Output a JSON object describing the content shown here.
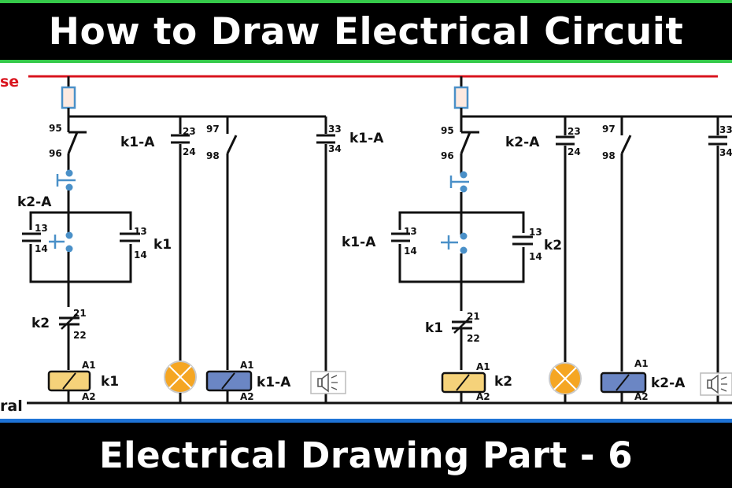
{
  "header": {
    "title": "How to Draw Electrical Circuit"
  },
  "footer": {
    "title": "Electrical Drawing Part - 6"
  },
  "rails": {
    "phase_label": "se",
    "neutral_label": "ral"
  },
  "colors": {
    "phase": "#d9141e",
    "wire": "#111111",
    "button": "#4a90c8",
    "coil_k1": "#f5d27a",
    "coil_aux": "#6b86c4",
    "lamp": "#f5a623",
    "header_border": "#35c94a",
    "footer_border": "#1e73d6"
  },
  "circuits": [
    {
      "overload_nc": {
        "top": "95",
        "bottom": "96"
      },
      "stop_button_label": "k2-A",
      "holding_contact": {
        "top": "13",
        "bottom": "14"
      },
      "start_aux_contact": {
        "label": "k1",
        "top": "13",
        "bottom": "14"
      },
      "interlock": {
        "label": "k2",
        "top": "21",
        "bottom": "22"
      },
      "main_coil": {
        "label": "k1",
        "a1": "A1",
        "a2": "A2"
      },
      "lamp_contact": {
        "label": "k1-A",
        "top": "23",
        "bottom": "24"
      },
      "overload_no": {
        "top": "97",
        "bottom": "98"
      },
      "aux_coil": {
        "label": "k1-A",
        "a1": "A1",
        "a2": "A2"
      },
      "buzzer_contact": {
        "label": "k1-A",
        "top": "33",
        "bottom": "34"
      },
      "icons": {
        "lamp": "lamp-icon",
        "buzzer": "speaker-icon"
      }
    },
    {
      "overload_nc": {
        "top": "95",
        "bottom": "96"
      },
      "holding_label": "k1-A",
      "holding_contact": {
        "top": "13",
        "bottom": "14"
      },
      "start_aux_contact": {
        "label": "k2",
        "top": "13",
        "bottom": "14"
      },
      "interlock": {
        "label": "k1",
        "top": "21",
        "bottom": "22"
      },
      "main_coil": {
        "label": "k2",
        "a1": "A1",
        "a2": "A2"
      },
      "lamp_contact": {
        "label": "k2-A",
        "top": "23",
        "bottom": "24"
      },
      "overload_no": {
        "top": "97",
        "bottom": "98"
      },
      "aux_coil": {
        "label": "k2-A",
        "a1": "A1",
        "a2": "A2"
      },
      "buzzer_contact": {
        "top": "33",
        "bottom": "34"
      },
      "icons": {
        "lamp": "lamp-icon",
        "buzzer": "speaker-icon"
      }
    }
  ]
}
